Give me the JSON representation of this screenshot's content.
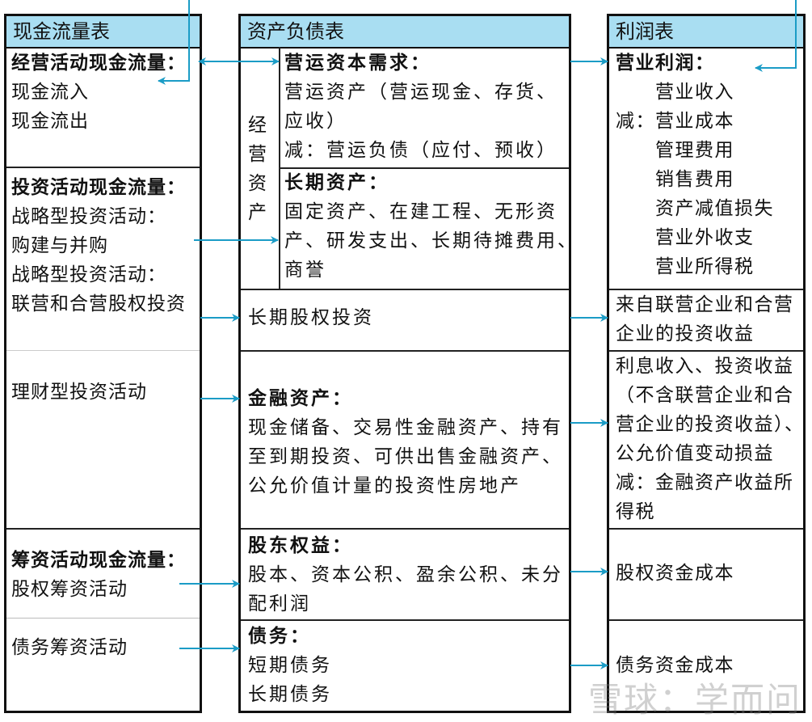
{
  "cash_flow": {
    "header": "现金流量表",
    "operating": {
      "title": "经营活动现金流量：",
      "lines": [
        "现金流入",
        "现金流出"
      ]
    },
    "investing": {
      "title": "投资活动现金流量：",
      "lines": [
        "战略型投资活动：",
        "购建与并购",
        "战略型投资活动：",
        "联营和合营股权投资"
      ]
    },
    "wealth": {
      "lines": [
        "理财型投资活动"
      ]
    },
    "financing": {
      "title": "筹资活动现金流量：",
      "lines": [
        "股权筹资活动"
      ]
    },
    "debt": {
      "lines": [
        "债务筹资活动"
      ]
    }
  },
  "balance_sheet": {
    "header": "资产负债表",
    "operating_assets_label": [
      "经",
      "营",
      "资",
      "产"
    ],
    "working_capital": {
      "title": "营运资本需求：",
      "lines": [
        "营运资产（营运现金、存货、",
        "应收）",
        "减：营运负债（应付、预收）"
      ]
    },
    "long_term_assets": {
      "title": "长期资产：",
      "lines": [
        "固定资产、在建工程、无形资",
        "产、研发支出、长期待摊费用、",
        "商誉"
      ]
    },
    "equity_investment": {
      "lines": [
        "长期股权投资"
      ]
    },
    "financial_assets": {
      "title": "金融资产：",
      "lines": [
        "现金储备、交易性金融资产、持有",
        "至到期投资、可供出售金融资产、",
        "公允价值计量的投资性房地产"
      ]
    },
    "equity": {
      "title": "股东权益：",
      "lines": [
        "股本、资本公积、盈余公积、未分",
        "配利润"
      ]
    },
    "debt": {
      "title": "债务：",
      "lines": [
        "短期债务",
        "长期债务"
      ]
    }
  },
  "income_statement": {
    "header": "利润表",
    "operating_profit": {
      "title": "营业利润：",
      "lines": [
        "　　营业收入",
        "减：营业成本",
        "　　管理费用",
        "　　销售费用",
        "　　资产减值损失",
        "　　营业外收支",
        "　　营业所得税"
      ]
    },
    "associate_income": {
      "lines": [
        "来自联营企业和合营",
        "企业的投资收益"
      ]
    },
    "financial_income": {
      "lines": [
        "利息收入、投资收益",
        "（不含联营企业和合",
        "营企业的投资收益）、",
        "公允价值变动损益",
        "减：金融资产收益所",
        "得税"
      ]
    },
    "equity_cost": {
      "lines": [
        "股权资金成本"
      ]
    },
    "debt_cost": {
      "lines": [
        "债务资金成本"
      ]
    }
  },
  "watermark": "雪球：学而问　知乎 @晶禾",
  "colors": {
    "header_bg": "#a9def2",
    "arrow": "#1b9cc6",
    "border": "#111111"
  }
}
